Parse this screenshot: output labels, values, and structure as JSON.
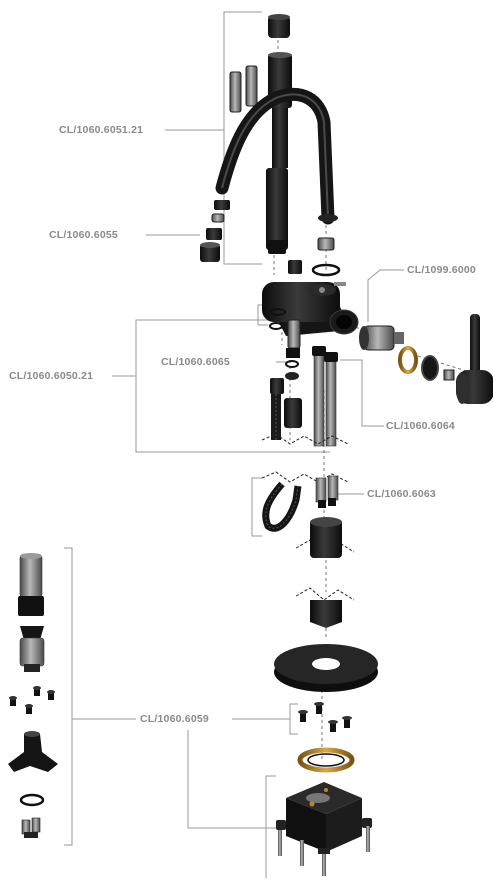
{
  "diagram": {
    "type": "exploded-parts-diagram",
    "subject": "kitchen tap",
    "part_color": "#1c1c1c",
    "leader_color": "#9a9a9a",
    "label_color": "#8a8a8a",
    "accent_color": "#b8862b",
    "part_numbers": [
      {
        "id": "spout",
        "label": "CL/1060.6051.21"
      },
      {
        "id": "aerator",
        "label": "CL/1060.6055"
      },
      {
        "id": "cartridge",
        "label": "CL/1099.6000"
      },
      {
        "id": "body",
        "label": "CL/1060.6050.21"
      },
      {
        "id": "diverter",
        "label": "CL/1060.6065"
      },
      {
        "id": "inlet-tubes",
        "label": "CL/1060.6064"
      },
      {
        "id": "connectors",
        "label": "CL/1060.6063"
      },
      {
        "id": "fixing-kit",
        "label": "CL/1060.6059"
      }
    ]
  }
}
